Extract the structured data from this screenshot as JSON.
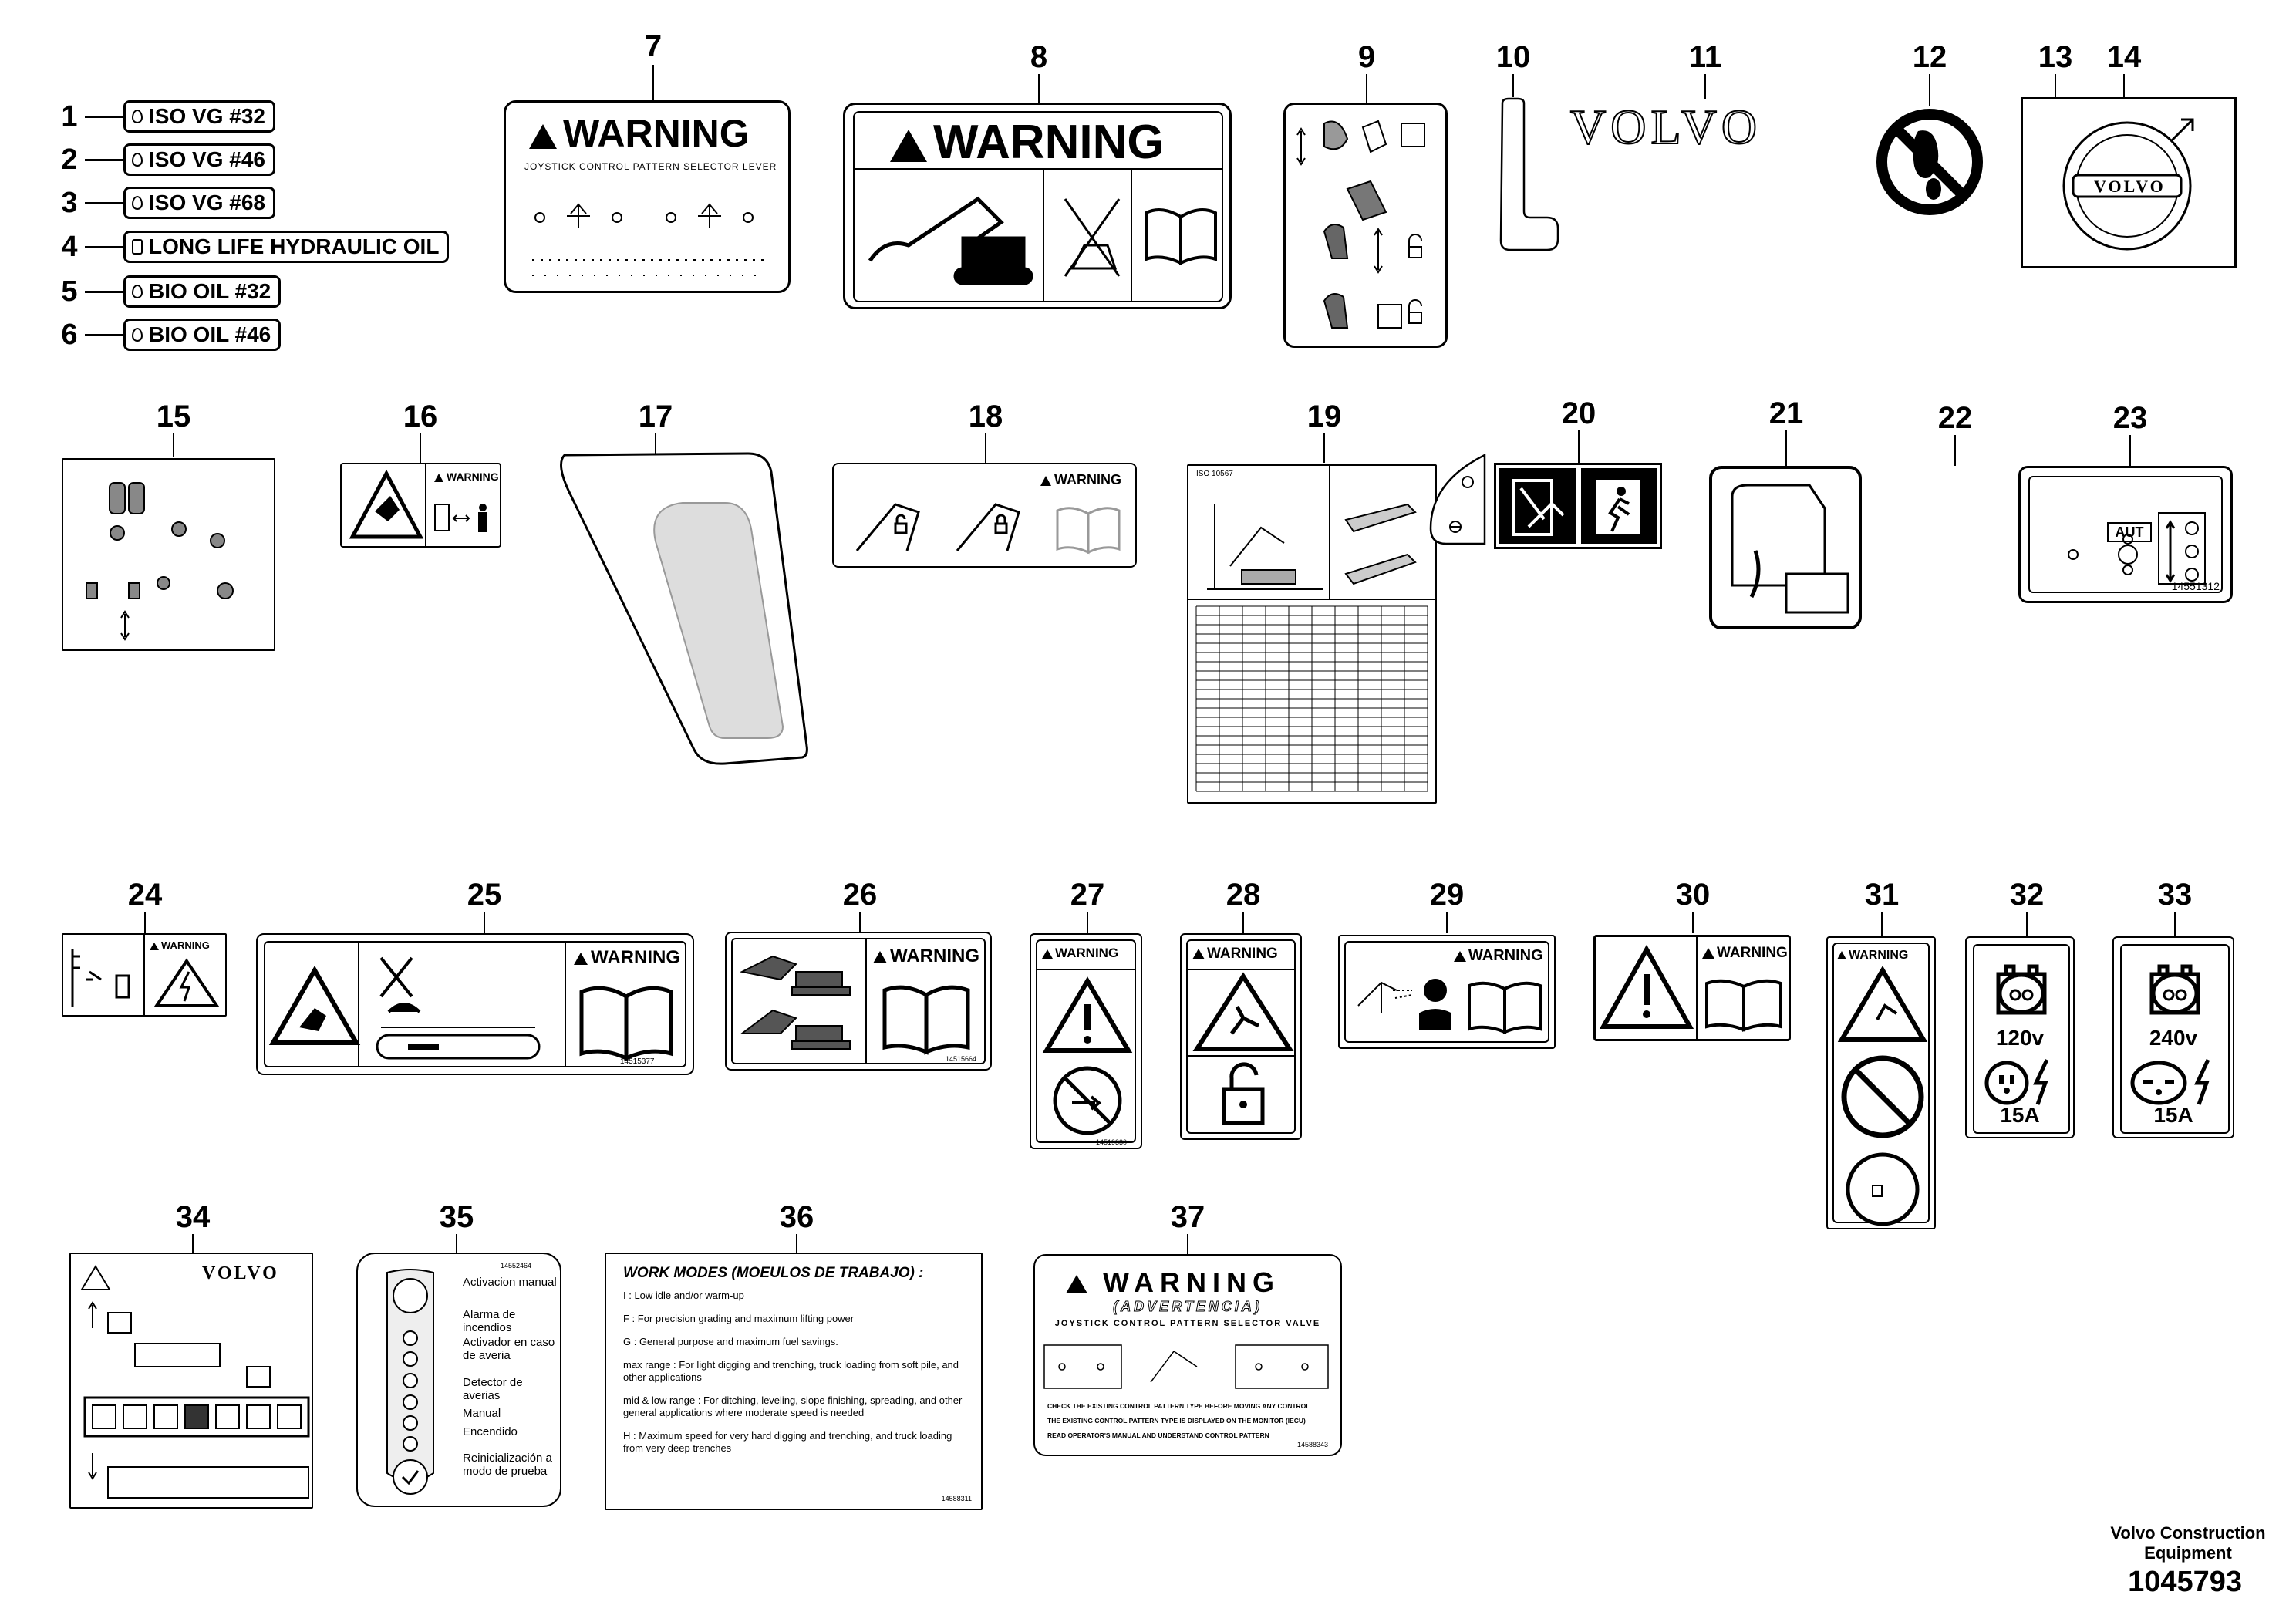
{
  "oil_decals": [
    {
      "num": "1",
      "text": "ISO VG #32"
    },
    {
      "num": "2",
      "text": "ISO VG #46"
    },
    {
      "num": "3",
      "text": "ISO VG #68"
    },
    {
      "num": "4",
      "text": "LONG LIFE HYDRAULIC OIL"
    },
    {
      "num": "5",
      "text": "BIO OIL #32"
    },
    {
      "num": "6",
      "text": "BIO OIL #46"
    }
  ],
  "callouts": [
    "7",
    "8",
    "9",
    "10",
    "11",
    "12",
    "13",
    "14",
    "15",
    "16",
    "17",
    "18",
    "19",
    "20",
    "21",
    "22",
    "23",
    "24",
    "25",
    "26",
    "27",
    "28",
    "29",
    "30",
    "31",
    "32",
    "33",
    "34",
    "35",
    "36",
    "37"
  ],
  "decal7": {
    "warning": "WARNING",
    "subtitle": "JOYSTICK CONTROL PATTERN SELECTOR LEVER"
  },
  "decal8": {
    "warning": "WARNING"
  },
  "decal11": {
    "brand": "VOLVO"
  },
  "decal14": {
    "brand": "VOLVO"
  },
  "decal16": {
    "warning": "WARNING"
  },
  "decal18": {
    "warning": "WARNING"
  },
  "decal19": {
    "header": "ISO 10567"
  },
  "decal23": {
    "mode": "AUT",
    "code": "14551312"
  },
  "decal24": {
    "warning": "WARNING"
  },
  "decal25": {
    "warning": "WARNING",
    "code": "14515377"
  },
  "decal26": {
    "warning": "WARNING",
    "code": "14515664"
  },
  "decal27": {
    "warning": "WARNING",
    "code": "14519330"
  },
  "decal28": {
    "warning": "WARNING"
  },
  "decal29": {
    "warning": "WARNING"
  },
  "decal30": {
    "warning": "WARNING"
  },
  "decal31": {
    "warning": "WARNING"
  },
  "decal32": {
    "voltage": "120v",
    "amps": "15A"
  },
  "decal33": {
    "voltage": "240v",
    "amps": "15A"
  },
  "decal34": {
    "brand": "VOLVO"
  },
  "decal35": {
    "code": "14552464",
    "items": [
      "Activacion manual",
      "Alarma de incendios",
      "Activador en caso de averia",
      "Detector de averias",
      "Manual",
      "Encendido",
      "Reinicialización a modo de prueba"
    ]
  },
  "decal36": {
    "title": "WORK MODES (MOEULOS DE TRABAJO) :",
    "lines": [
      "I : Low idle and/or warm-up",
      "F : For precision grading and maximum lifting power",
      "G : General purpose and maximum fuel savings.",
      "max range : For light digging and trenching, truck loading from soft pile, and other applications",
      "mid & low range : For ditching, leveling, slope finishing, spreading, and other general applications where moderate speed is needed",
      "H : Maximum speed for very hard digging and trenching, and truck loading from very deep trenches"
    ],
    "code": "14588311"
  },
  "decal37": {
    "warning": "WARNING",
    "sub": "(ADVERTENCIA)",
    "subtitle": "JOYSTICK CONTROL PATTERN SELECTOR VALVE",
    "notes": [
      "CHECK THE EXISTING CONTROL PATTERN TYPE BEFORE MOVING ANY CONTROL",
      "THE EXISTING CONTROL PATTERN TYPE IS DISPLAYED ON THE MONITOR (IECU)",
      "READ OPERATOR'S MANUAL AND UNDERSTAND CONTROL PATTERN"
    ],
    "code": "14588343"
  },
  "footer": {
    "company": "Volvo Construction Equipment",
    "drawing_no": "1045793"
  }
}
